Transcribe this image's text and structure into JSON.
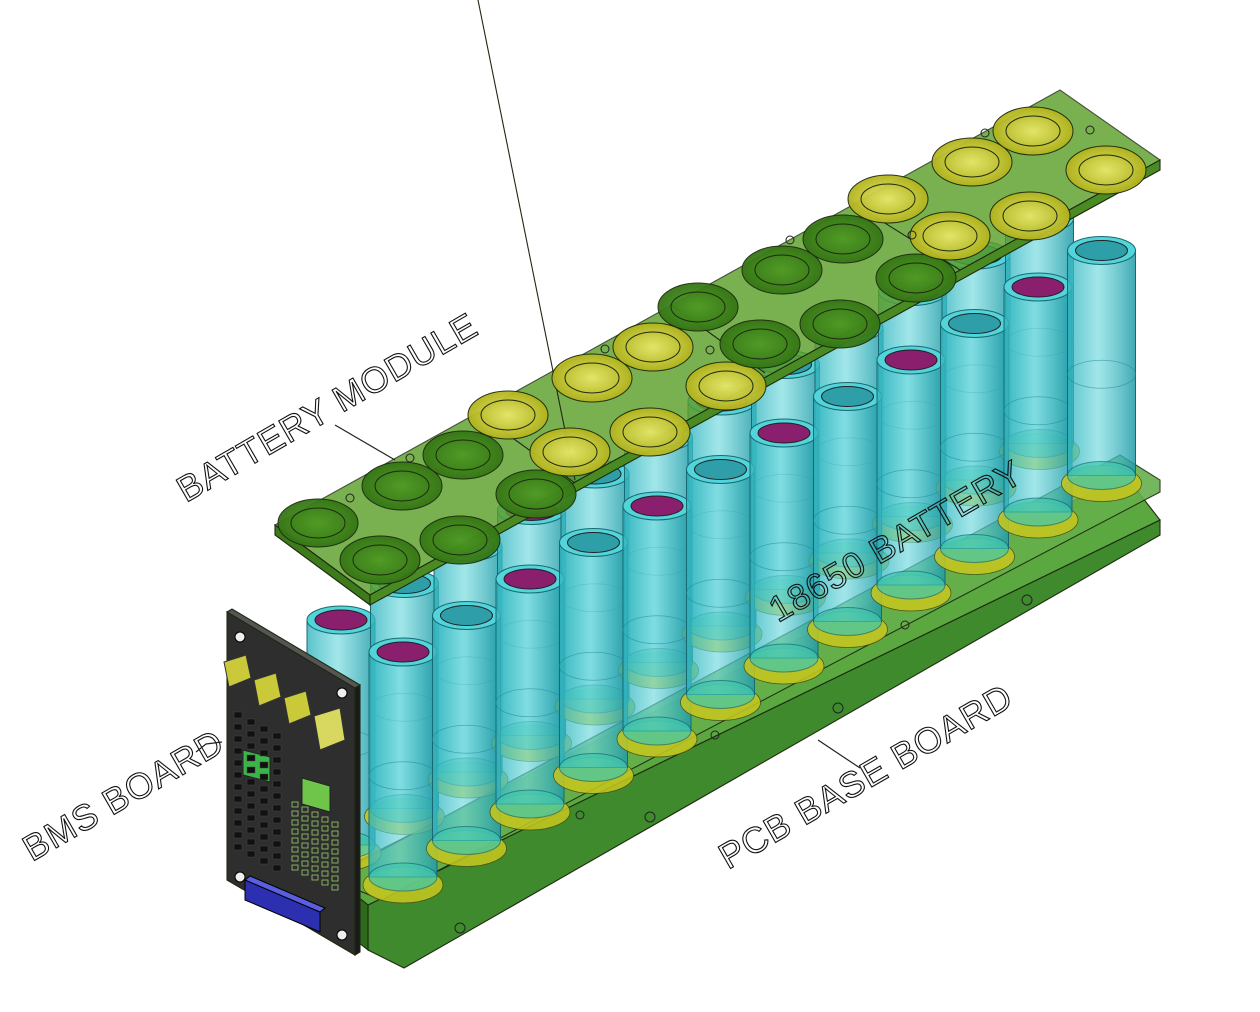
{
  "labels": {
    "battery_module": "BATTERY MODULE",
    "battery": "18650 BATTERY",
    "bms_board": "BMS BOARD",
    "pcb_base_board": "PCB BASE BOARD"
  },
  "colors": {
    "pcb_green": "#4e9a35",
    "module_green": "#5c9f2a",
    "cell_cyan": "#3dbfc6",
    "cell_cap_magenta": "#8a1f6e",
    "holder_yellow": "#c8c81e",
    "bms_dark": "#2b2b2b",
    "connector_blue": "#2b2fb0"
  },
  "icons": [
    "screw-hole-icon",
    "connector-icon",
    "chip-icon"
  ]
}
